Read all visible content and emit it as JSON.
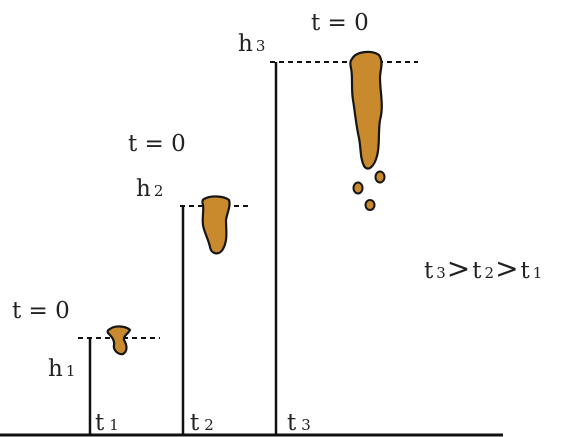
{
  "colors": {
    "ink": "#111111",
    "blob_fill": "#c98a2e",
    "blob_stroke": "#151515"
  },
  "drops": [
    {
      "time_label": "t = 0",
      "height_var": "h",
      "height_index": "1",
      "time_var": "t",
      "time_index": "1"
    },
    {
      "time_label": "t = 0",
      "height_var": "h",
      "height_index": "2",
      "time_var": "t",
      "time_index": "2"
    },
    {
      "time_label": "t = 0",
      "height_var": "h",
      "height_index": "3",
      "time_var": "t",
      "time_index": "3"
    }
  ],
  "relation": {
    "t3_var": "t",
    "t3_index": "3",
    "t2_var": "t",
    "t2_index": "2",
    "t1_var": "t",
    "t1_index": "1",
    "symbol": ">"
  }
}
